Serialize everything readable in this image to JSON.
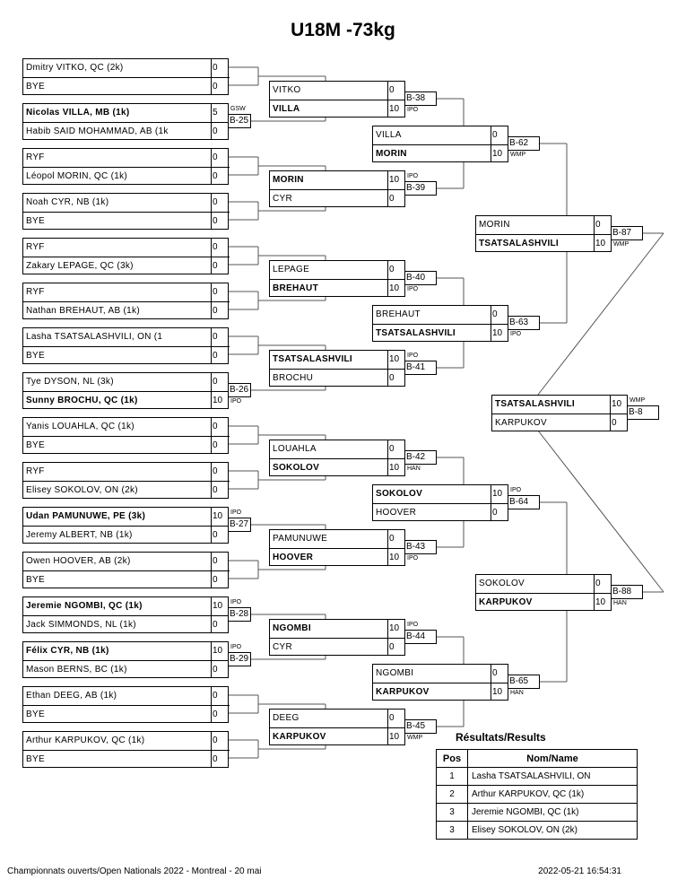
{
  "title": "U18M -73kg",
  "round1": [
    {
      "top": {
        "name": "Dmitry VITKO, QC (2k)",
        "score": "0"
      },
      "bottom": {
        "name": "BYE",
        "score": "0"
      }
    },
    {
      "top": {
        "name": "Nicolas VILLA, MB (1k)",
        "score": "5",
        "winner": true
      },
      "bottom": {
        "name": "Habib SAID MOHAMMAD, AB (1k",
        "score": "0"
      },
      "match": "B-25",
      "note": "GSW"
    },
    {
      "top": {
        "name": "RYF",
        "score": "0"
      },
      "bottom": {
        "name": "Léopol MORIN, QC (1k)",
        "score": "0"
      }
    },
    {
      "top": {
        "name": "Noah CYR, NB (1k)",
        "score": "0"
      },
      "bottom": {
        "name": "BYE",
        "score": "0"
      }
    },
    {
      "top": {
        "name": "RYF",
        "score": "0"
      },
      "bottom": {
        "name": "Zakary LEPAGE, QC (3k)",
        "score": "0"
      }
    },
    {
      "top": {
        "name": "RYF",
        "score": "0"
      },
      "bottom": {
        "name": "Nathan BREHAUT, AB (1k)",
        "score": "0"
      }
    },
    {
      "top": {
        "name": "Lasha TSATSALASHVILI, ON (1",
        "score": "0"
      },
      "bottom": {
        "name": "BYE",
        "score": "0"
      }
    },
    {
      "top": {
        "name": "Tye DYSON, NL (3k)",
        "score": "0"
      },
      "bottom": {
        "name": "Sunny BROCHU, QC (1k)",
        "score": "10",
        "winner": true
      },
      "match": "B-26",
      "note": "IPO"
    },
    {
      "top": {
        "name": "Yanis LOUAHLA, QC (1k)",
        "score": "0"
      },
      "bottom": {
        "name": "BYE",
        "score": "0"
      }
    },
    {
      "top": {
        "name": "RYF",
        "score": "0"
      },
      "bottom": {
        "name": "Elisey SOKOLOV, ON (2k)",
        "score": "0"
      }
    },
    {
      "top": {
        "name": "Udan PAMUNUWE, PE (3k)",
        "score": "10",
        "winner": true
      },
      "bottom": {
        "name": "Jeremy ALBERT, NB (1k)",
        "score": "0"
      },
      "match": "B-27",
      "note": "IPO"
    },
    {
      "top": {
        "name": "Owen HOOVER, AB (2k)",
        "score": "0"
      },
      "bottom": {
        "name": "BYE",
        "score": "0"
      }
    },
    {
      "top": {
        "name": "Jeremie NGOMBI, QC (1k)",
        "score": "10",
        "winner": true
      },
      "bottom": {
        "name": "Jack SIMMONDS, NL (1k)",
        "score": "0"
      },
      "match": "B-28",
      "note": "IPO"
    },
    {
      "top": {
        "name": "Félix CYR, NB (1k)",
        "score": "10",
        "winner": true
      },
      "bottom": {
        "name": "Mason BERNS, BC (1k)",
        "score": "0"
      },
      "match": "B-29",
      "note": "IPO"
    },
    {
      "top": {
        "name": "Ethan DEEG, AB (1k)",
        "score": "0"
      },
      "bottom": {
        "name": "BYE",
        "score": "0"
      }
    },
    {
      "top": {
        "name": "Arthur KARPUKOV, QC (1k)",
        "score": "0"
      },
      "bottom": {
        "name": "BYE",
        "score": "0"
      }
    }
  ],
  "round2": [
    {
      "top": {
        "name": "VITKO",
        "score": "0"
      },
      "bottom": {
        "name": "VILLA",
        "score": "10",
        "winner": true
      },
      "match": "B-38",
      "note": "IPO"
    },
    {
      "top": {
        "name": "MORIN",
        "score": "10",
        "winner": true
      },
      "bottom": {
        "name": "CYR",
        "score": "0"
      },
      "match": "B-39",
      "note": "IPO"
    },
    {
      "top": {
        "name": "LEPAGE",
        "score": "0"
      },
      "bottom": {
        "name": "BREHAUT",
        "score": "10",
        "winner": true
      },
      "match": "B-40",
      "note": "IPO"
    },
    {
      "top": {
        "name": "TSATSALASHVILI",
        "score": "10",
        "winner": true
      },
      "bottom": {
        "name": "BROCHU",
        "score": "0"
      },
      "match": "B-41",
      "note": "IPO"
    },
    {
      "top": {
        "name": "LOUAHLA",
        "score": "0"
      },
      "bottom": {
        "name": "SOKOLOV",
        "score": "10",
        "winner": true
      },
      "match": "B-42",
      "note": "HAN"
    },
    {
      "top": {
        "name": "PAMUNUWE",
        "score": "0"
      },
      "bottom": {
        "name": "HOOVER",
        "score": "10",
        "winner": true
      },
      "match": "B-43",
      "note": "IPO"
    },
    {
      "top": {
        "name": "NGOMBI",
        "score": "10",
        "winner": true
      },
      "bottom": {
        "name": "CYR",
        "score": "0"
      },
      "match": "B-44",
      "note": "IPO"
    },
    {
      "top": {
        "name": "DEEG",
        "score": "0"
      },
      "bottom": {
        "name": "KARPUKOV",
        "score": "10",
        "winner": true
      },
      "match": "B-45",
      "note": "WMP"
    }
  ],
  "round3": [
    {
      "top": {
        "name": "VILLA",
        "score": "0"
      },
      "bottom": {
        "name": "MORIN",
        "score": "10",
        "winner": true
      },
      "match": "B-62",
      "note": "WMP"
    },
    {
      "top": {
        "name": "BREHAUT",
        "score": "0"
      },
      "bottom": {
        "name": "TSATSALASHVILI",
        "score": "10",
        "winner": true
      },
      "match": "B-63",
      "note": "IPO"
    },
    {
      "top": {
        "name": "SOKOLOV",
        "score": "10",
        "winner": true
      },
      "bottom": {
        "name": "HOOVER",
        "score": "0"
      },
      "match": "B-64",
      "note": "IPO"
    },
    {
      "top": {
        "name": "NGOMBI",
        "score": "0"
      },
      "bottom": {
        "name": "KARPUKOV",
        "score": "10",
        "winner": true
      },
      "match": "B-65",
      "note": "HAN"
    }
  ],
  "round4": [
    {
      "top": {
        "name": "MORIN",
        "score": "0"
      },
      "bottom": {
        "name": "TSATSALASHVILI",
        "score": "10",
        "winner": true
      },
      "match": "B-87",
      "note": "WMP"
    },
    {
      "top": {
        "name": "SOKOLOV",
        "score": "0"
      },
      "bottom": {
        "name": "KARPUKOV",
        "score": "10",
        "winner": true
      },
      "match": "B-88",
      "note": "HAN"
    }
  ],
  "final": [
    {
      "top": {
        "name": "TSATSALASHVILI",
        "score": "10",
        "winner": true
      },
      "bottom": {
        "name": "KARPUKOV",
        "score": "0"
      },
      "match": "B-8",
      "note": "WMP"
    }
  ],
  "results": {
    "title": "Résultats/Results",
    "headers": {
      "pos": "Pos",
      "name": "Nom/Name"
    },
    "rows": [
      {
        "pos": "1",
        "name": "Lasha TSATSALASHVILI, ON"
      },
      {
        "pos": "2",
        "name": "Arthur KARPUKOV, QC (1k)"
      },
      {
        "pos": "3",
        "name": "Jeremie NGOMBI, QC (1k)"
      },
      {
        "pos": "3",
        "name": "Elisey SOKOLOV, ON (2k)"
      }
    ]
  },
  "footer": {
    "left": "Championnats ouverts/Open Nationals 2022 - Montreal - 20 mai",
    "right": "2022-05-21 16:54:31"
  }
}
